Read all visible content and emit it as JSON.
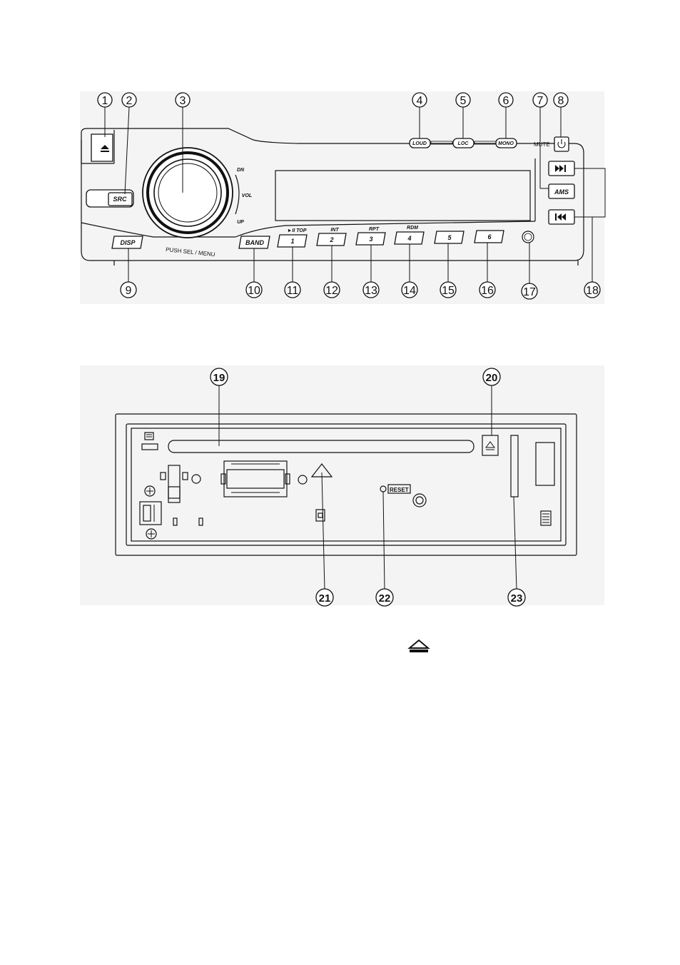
{
  "front_panel": {
    "callouts": [
      "1",
      "2",
      "3",
      "4",
      "5",
      "6",
      "7",
      "8",
      "9",
      "10",
      "11",
      "12",
      "13",
      "14",
      "15",
      "16",
      "17",
      "18"
    ],
    "buttons": {
      "src": "SRC",
      "loud": "LOUD",
      "loc": "LOC",
      "mono": "MONO",
      "ams": "AMS",
      "disp": "DISP",
      "band": "BAND",
      "preset_1": "1",
      "preset_2": "2",
      "preset_3": "3",
      "preset_4": "4",
      "preset_5": "5",
      "preset_6": "6"
    },
    "labels": {
      "mute": "MUTE",
      "dn": "DN",
      "vol": "VOL",
      "up": "UP",
      "push_sel_menu": "PUSH SEL / MENU",
      "play_pause_top": "►II TOP",
      "int": "INT",
      "rpt": "RPT",
      "rdm": "RDM"
    },
    "icons": {
      "eject": "eject-icon",
      "power": "power-icon",
      "next": "next-track-icon",
      "prev": "previous-track-icon"
    }
  },
  "rear_chassis": {
    "callouts": [
      "19",
      "20",
      "21",
      "22",
      "23"
    ],
    "labels": {
      "reset": "RESET"
    }
  },
  "legend_icon": "eject-icon"
}
